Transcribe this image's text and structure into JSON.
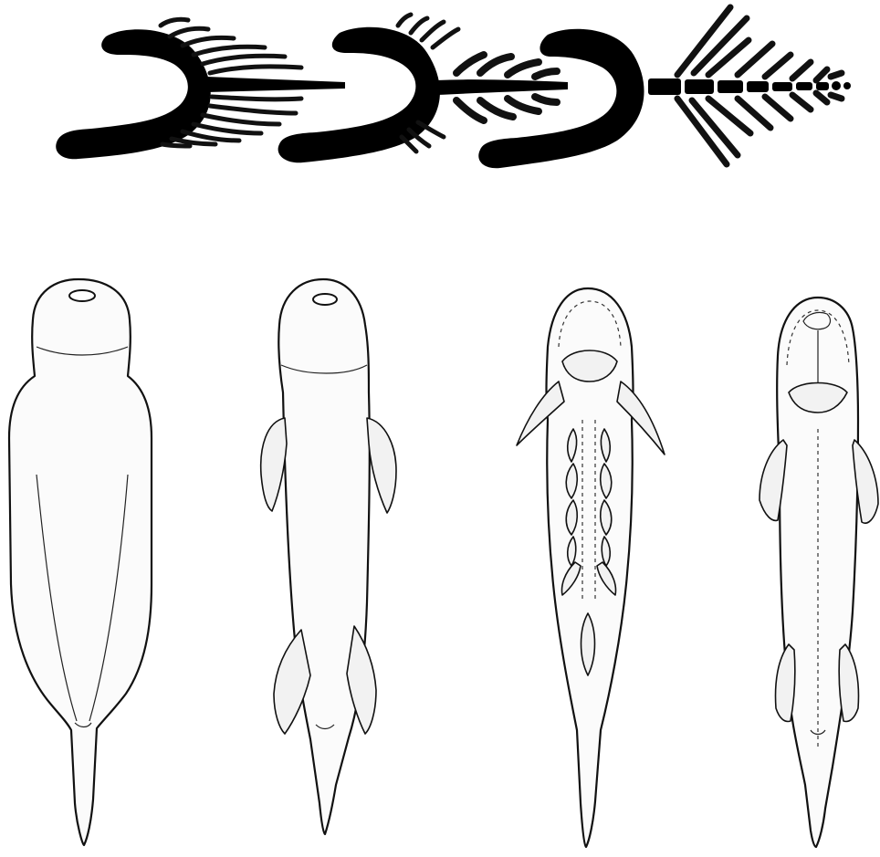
{
  "figure": {
    "panels": [
      {
        "id": "skeletal-sequence",
        "count": 3
      },
      {
        "id": "body-outlines",
        "count": 4
      }
    ],
    "colors": {
      "ink": "#000000",
      "paper": "#ffffff",
      "stipple": "#bdbdbd"
    }
  }
}
